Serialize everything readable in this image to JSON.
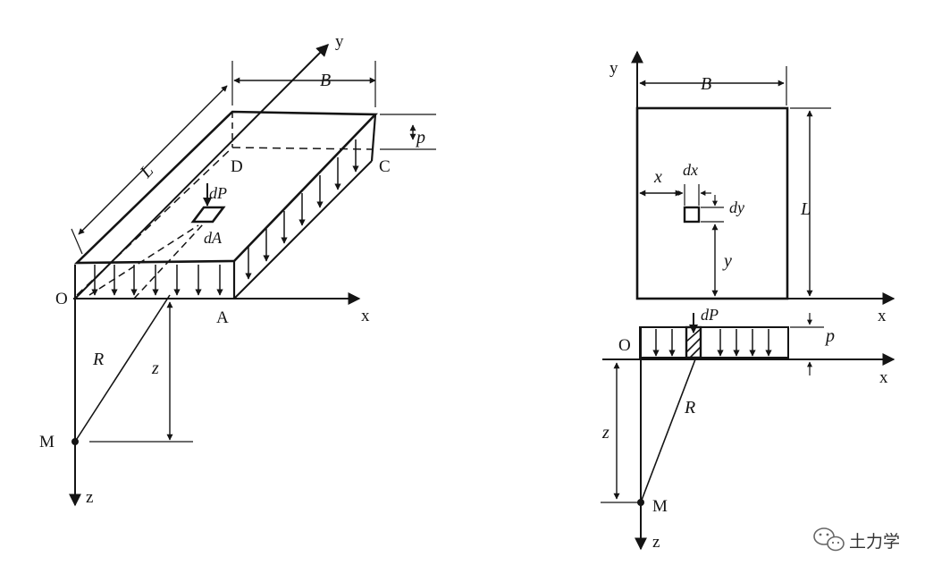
{
  "left_figure": {
    "axis_y": "y",
    "axis_x": "x",
    "axis_z": "z",
    "dim_B": "B",
    "dim_L": "L",
    "dim_p": "p",
    "dim_z": "z",
    "corner_O": "O",
    "corner_A": "A",
    "corner_C": "C",
    "corner_D": "D",
    "point_M": "M",
    "radius_R": "R",
    "load_dP": "dP",
    "area_dA": "dA"
  },
  "right_figure": {
    "axis_y": "y",
    "axis_x_top": "x",
    "axis_x_bottom": "x",
    "axis_z": "z",
    "dim_B": "B",
    "dim_L": "L",
    "dim_x": "x",
    "dim_dx": "dx",
    "dim_dy": "dy",
    "dim_y": "y",
    "dim_p": "p",
    "dim_z": "z",
    "origin_O": "O",
    "point_M": "M",
    "radius_R": "R",
    "load_dP": "dP"
  },
  "watermark": {
    "text": "土力学",
    "icon": "wechat-icon"
  }
}
